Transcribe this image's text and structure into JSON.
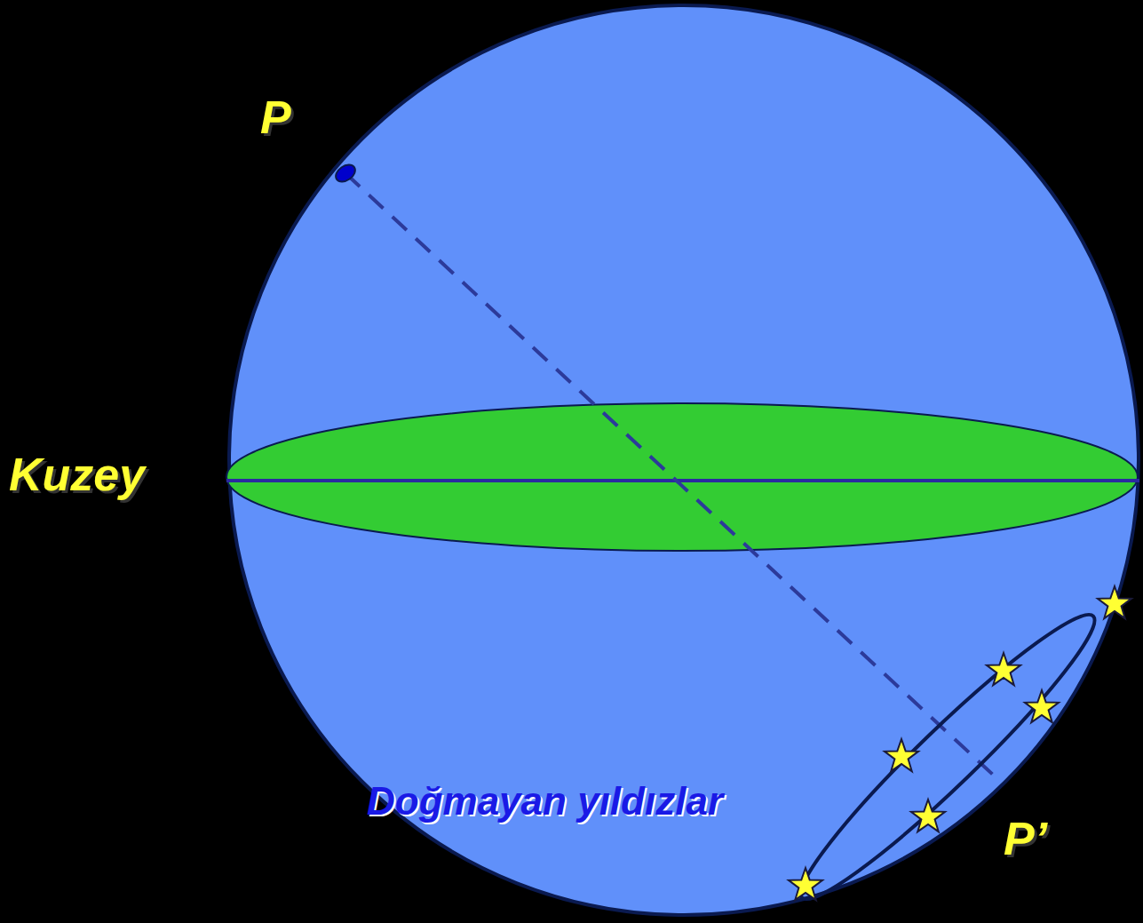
{
  "diagram": {
    "labels": [
      "P",
      "Kuzey",
      "Doğmayan yıldızlar",
      "P’"
    ]
  }
}
